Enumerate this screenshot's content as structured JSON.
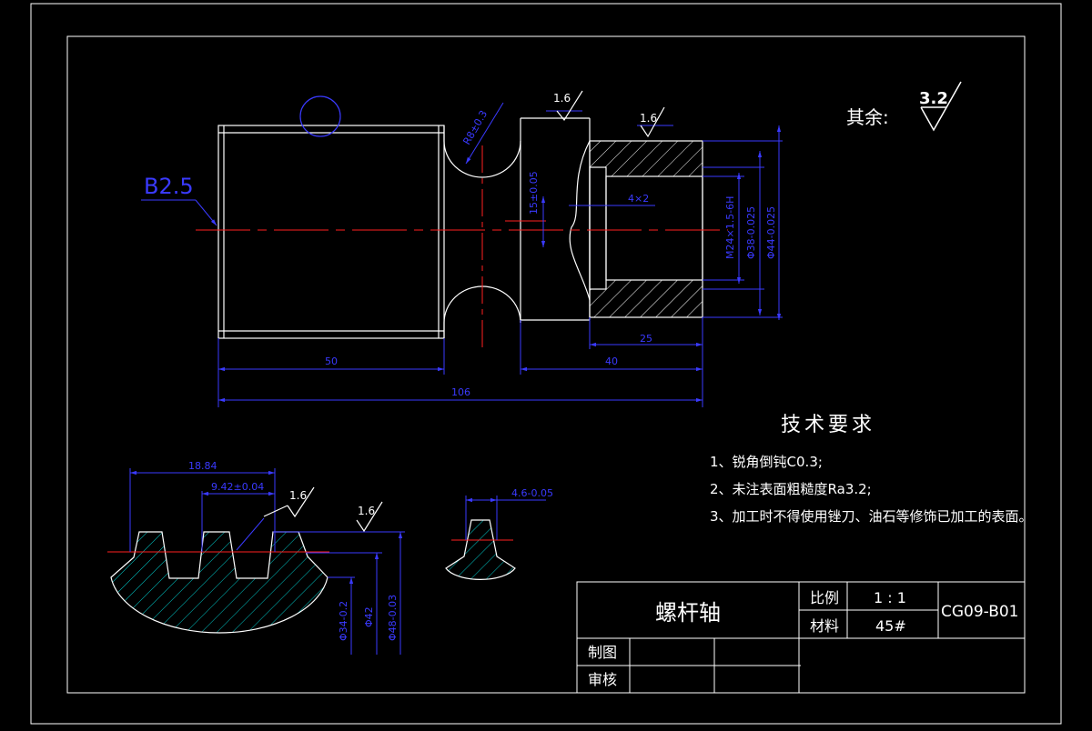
{
  "colors": {
    "background": "#000000",
    "outline": "#ffffff",
    "dimension": "#3a3aff",
    "centerline": "#ff2020",
    "hatch": "#00c8c8"
  },
  "surface_finish_default": {
    "label": "其余:",
    "value": "3.2"
  },
  "dimensions": {
    "chamfer": "B2.5",
    "radius": "R8±0.3",
    "finish_a": "1.6",
    "finish_b": "1.6",
    "width_15": "15±0.05",
    "groove_4x2": "4×2",
    "thread": "M24×1.5-6H",
    "bore_38": "Φ38-0.025",
    "outer_44": "Φ44-0.025",
    "len_25": "25",
    "len_50": "50",
    "len_40": "40",
    "len_106": "106"
  },
  "tooth_profile": {
    "pitch_1804": "18.84",
    "pitch_942": "9.42±0.04",
    "finish_c": "1.6",
    "finish_d": "1.6",
    "dia_34": "Φ34-0.2",
    "dia_42": "Φ42",
    "dia_48": "Φ48-0.03"
  },
  "tooth_detail": {
    "width": "4.6-0.05"
  },
  "technical_requirements": {
    "title": "技术要求",
    "items": [
      "1、锐角倒钝C0.3;",
      "2、未注表面粗糙度Ra3.2;",
      "3、加工时不得使用锉刀、油石等修饰已加工的表面。"
    ]
  },
  "title_block": {
    "part_name": "螺杆轴",
    "scale_label": "比例",
    "scale_value": "1 : 1",
    "material_label": "材料",
    "material_value": "45#",
    "drawing_number": "CG09-B01",
    "drawn_label": "制图",
    "checked_label": "审核"
  }
}
